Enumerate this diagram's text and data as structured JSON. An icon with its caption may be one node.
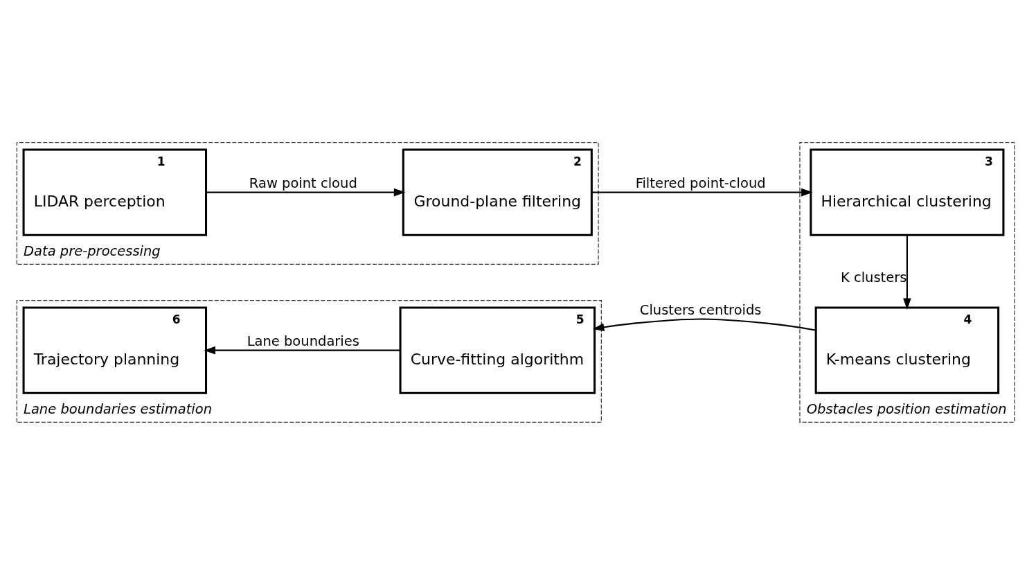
{
  "diagram": {
    "nodes": [
      {
        "text": [
          "Data pre-processing"
        ]
      },
      {
        "text": [
          "1",
          "LIDAR perception"
        ],
        "in": 0
      },
      {
        "text": [
          "2",
          "Ground-plane filtering"
        ],
        "in": 0
      },
      {
        "text": [
          "Obstacles position estimation"
        ]
      },
      {
        "text": [
          "3",
          "Hierarchical clustering"
        ],
        "in": 3
      },
      {
        "text": [
          "4",
          "K-means clustering"
        ],
        "in": 3
      },
      {
        "text": [
          "Lane boundaries estimation"
        ]
      },
      {
        "text": [
          "5",
          "Curve-fitting algorithm"
        ],
        "in": 6
      },
      {
        "text": [
          "6",
          "Trajectory planning"
        ],
        "in": 6
      }
    ],
    "edges": [
      {
        "from": 1,
        "to": 2,
        "arrow": "to",
        "label": "Raw point cloud"
      },
      {
        "from": 2,
        "to": 4,
        "arrow": "to",
        "label": "Filtered point-cloud"
      },
      {
        "from": 4,
        "to": 5,
        "arrow": "to",
        "label": "K clusters"
      },
      {
        "from": 5,
        "to": 7,
        "arrow": "to",
        "label": "Clusters centroids"
      },
      {
        "from": 7,
        "to": 8,
        "arrow": "to",
        "label": "Lane boundaries"
      }
    ]
  }
}
